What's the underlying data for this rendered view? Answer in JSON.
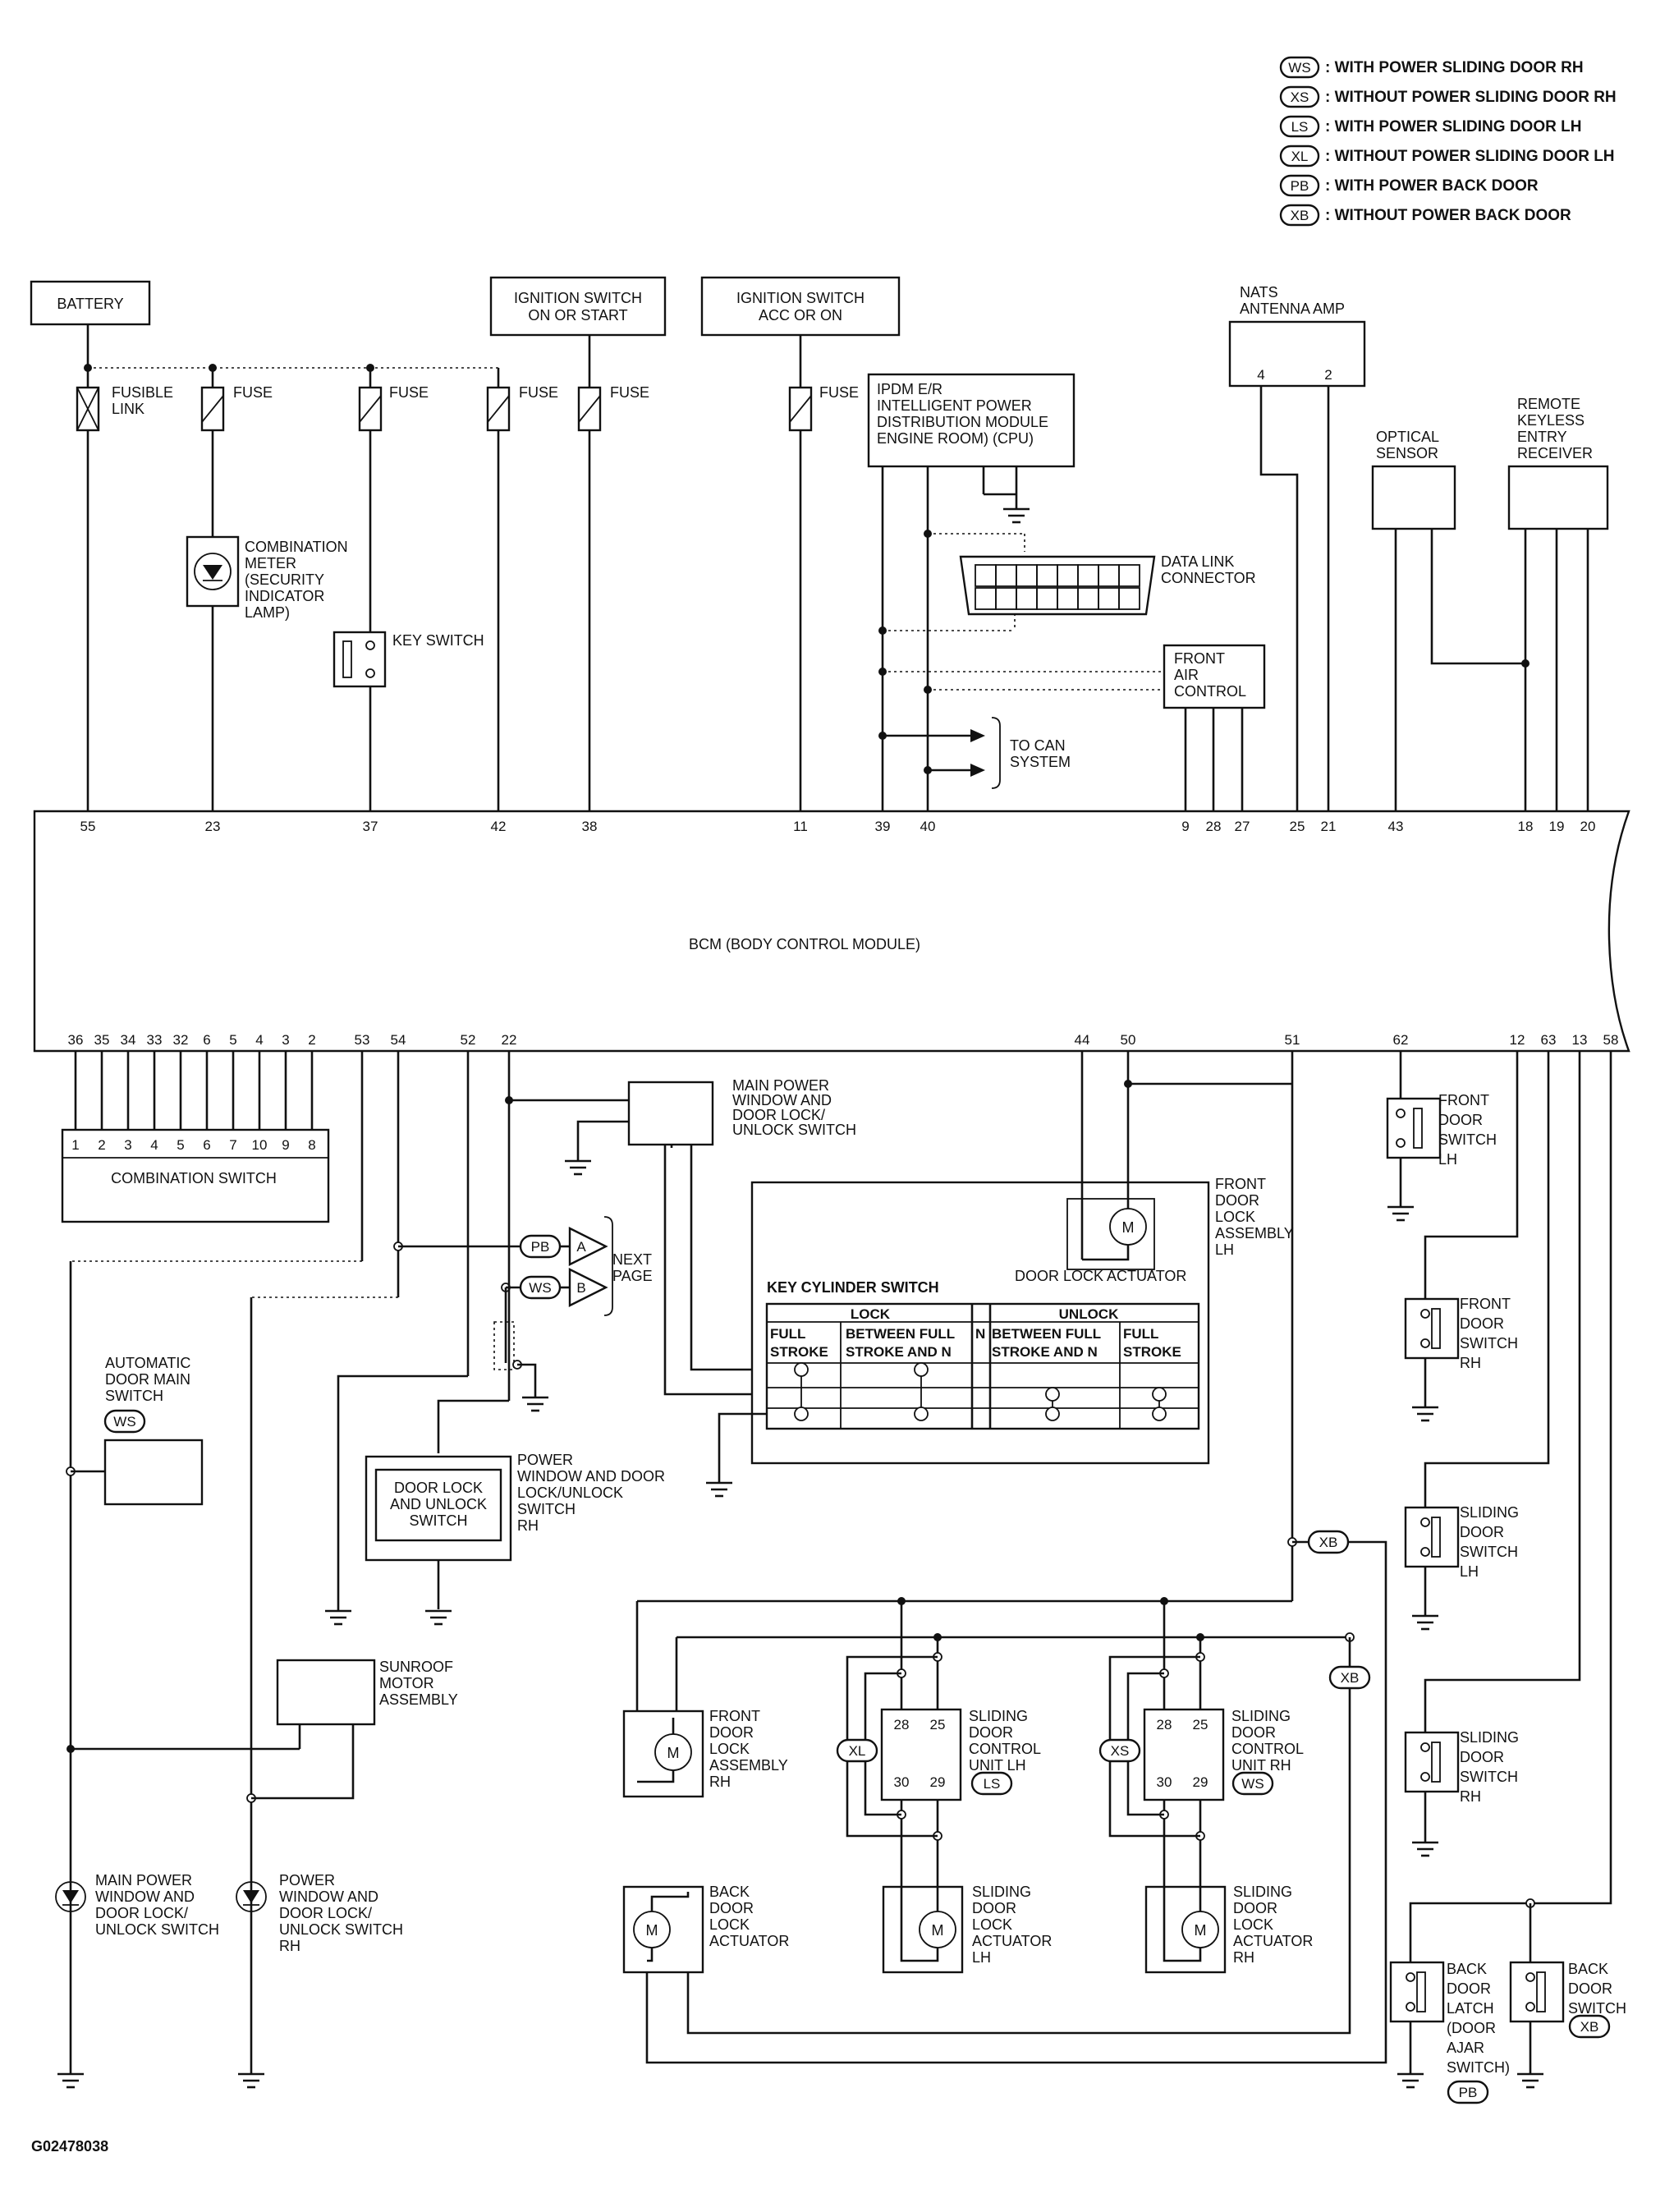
{
  "legend": [
    {
      "code": "WS",
      "text": ": WITH POWER SLIDING DOOR RH"
    },
    {
      "code": "XS",
      "text": ": WITHOUT POWER SLIDING DOOR RH"
    },
    {
      "code": "LS",
      "text": ": WITH POWER SLIDING DOOR LH"
    },
    {
      "code": "XL",
      "text": ": WITHOUT POWER SLIDING DOOR LH"
    },
    {
      "code": "PB",
      "text": ": WITH POWER BACK DOOR"
    },
    {
      "code": "XB",
      "text": ": WITHOUT POWER BACK DOOR"
    }
  ],
  "sources": {
    "battery": "BATTERY",
    "ign_on_start": [
      "IGNITION SWITCH",
      "ON OR START"
    ],
    "ign_acc_on": [
      "IGNITION SWITCH",
      "ACC OR ON"
    ]
  },
  "fuses": {
    "fusible_link": [
      "FUSIBLE",
      "LINK"
    ],
    "fuse": "FUSE"
  },
  "ipdm": [
    "IPDM E/R",
    "INTELLIGENT POWER",
    "DISTRIBUTION MODULE",
    "ENGINE ROOM) (CPU)"
  ],
  "combination_meter": [
    "COMBINATION",
    "METER",
    "(SECURITY",
    "INDICATOR",
    "LAMP)"
  ],
  "key_switch": "KEY SWITCH",
  "data_link_connector": [
    "DATA LINK",
    "CONNECTOR"
  ],
  "front_air_control": [
    "FRONT",
    "AIR",
    "CONTROL"
  ],
  "to_can_system": [
    "TO CAN",
    "SYSTEM"
  ],
  "nats": {
    "label": [
      "NATS",
      "ANTENNA AMP"
    ],
    "pins": [
      "4",
      "2"
    ]
  },
  "optical_sensor": [
    "OPTICAL",
    "SENSOR"
  ],
  "remote_keyless": [
    "REMOTE",
    "KEYLESS",
    "ENTRY",
    "RECEIVER"
  ],
  "bcm": {
    "label": "BCM (BODY CONTROL MODULE)",
    "top_pins": [
      "55",
      "23",
      "37",
      "42",
      "38",
      "11",
      "39",
      "40",
      "9",
      "28",
      "27",
      "25",
      "21",
      "43",
      "18",
      "19",
      "20"
    ],
    "bottom_pins": [
      "36",
      "35",
      "34",
      "33",
      "32",
      "6",
      "5",
      "4",
      "3",
      "2",
      "53",
      "54",
      "52",
      "22",
      "44",
      "50",
      "51",
      "62",
      "12",
      "63",
      "13",
      "58"
    ]
  },
  "combination_switch": {
    "label": "COMBINATION SWITCH",
    "pins": [
      "1",
      "2",
      "3",
      "4",
      "5",
      "6",
      "7",
      "10",
      "9",
      "8"
    ]
  },
  "main_power_window_switch": [
    "MAIN POWER",
    "WINDOW AND",
    "DOOR LOCK/",
    "UNLOCK SWITCH"
  ],
  "next_page": {
    "label": [
      "NEXT",
      "PAGE"
    ],
    "a": "A",
    "b": "B",
    "pb": "PB",
    "ws": "WS"
  },
  "front_door_lock_lh": [
    "FRONT",
    "DOOR",
    "LOCK",
    "ASSEMBLY",
    "LH"
  ],
  "door_lock_actuator": "DOOR LOCK ACTUATOR",
  "motor": "M",
  "key_cylinder": {
    "title": "KEY CYLINDER SWITCH",
    "lock": "LOCK",
    "unlock": "UNLOCK",
    "col1": [
      "FULL",
      "STROKE"
    ],
    "col2": [
      "BETWEEN FULL",
      "STROKE AND N"
    ],
    "col_n": "N",
    "col3": [
      "BETWEEN FULL",
      "STROKE AND N"
    ],
    "col4": [
      "FULL",
      "STROKE"
    ]
  },
  "auto_door_main_switch": [
    "AUTOMATIC",
    "DOOR MAIN",
    "SWITCH"
  ],
  "pw_switch_rh": {
    "inner": [
      "DOOR LOCK",
      "AND UNLOCK",
      "SWITCH"
    ],
    "label": [
      "POWER",
      "WINDOW AND DOOR",
      "LOCK/UNLOCK",
      "SWITCH",
      "RH"
    ]
  },
  "sunroof": [
    "SUNROOF",
    "MOTOR",
    "ASSEMBLY"
  ],
  "main_pw_lamp": [
    "MAIN POWER",
    "WINDOW AND",
    "DOOR LOCK/",
    "UNLOCK SWITCH"
  ],
  "pw_rh_lamp": [
    "POWER",
    "WINDOW AND",
    "DOOR LOCK/",
    "UNLOCK SWITCH",
    "RH"
  ],
  "front_door_lock_rh": [
    "FRONT",
    "DOOR",
    "LOCK",
    "ASSEMBLY",
    "RH"
  ],
  "sliding_control_lh": {
    "label": [
      "SLIDING",
      "DOOR",
      "CONTROL",
      "UNIT LH"
    ],
    "pins": [
      "28",
      "25",
      "30",
      "29"
    ]
  },
  "sliding_control_rh": {
    "label": [
      "SLIDING",
      "DOOR",
      "CONTROL",
      "UNIT RH"
    ],
    "pins": [
      "28",
      "25",
      "30",
      "29"
    ]
  },
  "back_door_lock_actuator": [
    "BACK",
    "DOOR",
    "LOCK",
    "ACTUATOR"
  ],
  "sliding_actuator_lh": [
    "SLIDING",
    "DOOR",
    "LOCK",
    "ACTUATOR",
    "LH"
  ],
  "sliding_actuator_rh": [
    "SLIDING",
    "DOOR",
    "LOCK",
    "ACTUATOR",
    "RH"
  ],
  "front_door_switch_lh": [
    "FRONT",
    "DOOR",
    "SWITCH",
    "LH"
  ],
  "front_door_switch_rh": [
    "FRONT",
    "DOOR",
    "SWITCH",
    "RH"
  ],
  "sliding_door_switch_lh": [
    "SLIDING",
    "DOOR",
    "SWITCH",
    "LH"
  ],
  "sliding_door_switch_rh": [
    "SLIDING",
    "DOOR",
    "SWITCH",
    "RH"
  ],
  "back_door_latch": [
    "BACK",
    "DOOR",
    "LATCH",
    "(DOOR",
    "AJAR",
    "SWITCH)"
  ],
  "back_door_switch": [
    "BACK",
    "DOOR",
    "SWITCH"
  ],
  "figure_id": "G02478038"
}
